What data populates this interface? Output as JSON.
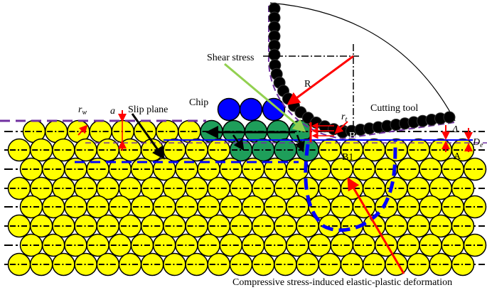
{
  "labels": {
    "rw": "r",
    "rw_sub": "w",
    "a": "a",
    "slip_plane": "Slip plane",
    "chip": "Chip",
    "shear_stress": "Shear stress",
    "R": "R",
    "rt": "r",
    "rt_sub": "t",
    "B": "B",
    "B1": "B1",
    "A": "A",
    "cutting_tool": "Cutting tool",
    "delta": "Δ",
    "De": "D",
    "De_sub": "e",
    "caption": "Compressive stress-induced elastic-plastic deformation"
  },
  "colors": {
    "workpiece_atom": "#ffff00",
    "chip_atom": "#1e9e5a",
    "chip_top_atom": "#0000ff",
    "tool_atom": "#000000",
    "arrow_red": "#ff0000",
    "shear_arrow": "#92d050",
    "boundary_blue": "#0000ff",
    "surface_purple": "#7030a0"
  }
}
